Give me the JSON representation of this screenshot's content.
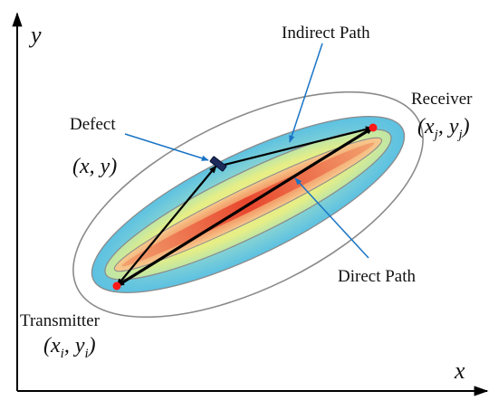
{
  "axes": {
    "x_label": "x",
    "y_label": "y"
  },
  "labels": {
    "indirect_path": "Indirect Path",
    "direct_path": "Direct Path",
    "defect": "Defect",
    "defect_coord": "(x, y)",
    "receiver": "Receiver",
    "receiver_coord_open": "(x",
    "receiver_coord_sub1": "j",
    "receiver_coord_mid": ", y",
    "receiver_coord_sub2": "j",
    "receiver_coord_close": ")",
    "transmitter": "Transmitter",
    "transmitter_coord_open": "(x",
    "transmitter_coord_sub1": "i",
    "transmitter_coord_mid": ", y",
    "transmitter_coord_sub2": "i",
    "transmitter_coord_close": ")"
  },
  "colors": {
    "axis": "#000000",
    "outer_ellipse": "#8a8a8a",
    "blue_fill": "#63c7e4",
    "yellow_fill": "#e9ef7e",
    "orange_fill": "#f2a06e",
    "red_fill": "#ea5a3a",
    "path_arrow": "#000000",
    "leader_line": "#1a74c4",
    "node": "#ff1a1a",
    "defect": "#1c2a5c"
  }
}
